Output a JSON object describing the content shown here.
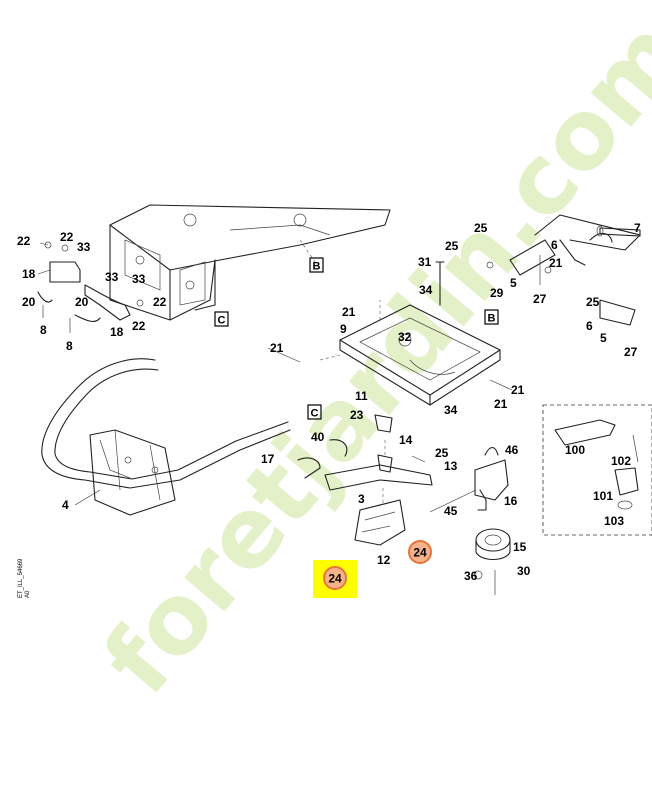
{
  "watermark": "foretjardin.com",
  "drawing_code": "ET_ILL_54669",
  "drawing_code_sub": "A0",
  "section_markers": [
    "B",
    "C",
    "B",
    "C"
  ],
  "highlight": {
    "label": "24",
    "fill": "#ffff00",
    "ring": "#e8743b"
  },
  "labels": [
    "22",
    "22",
    "33",
    "18",
    "33",
    "33",
    "20",
    "22",
    "20",
    "18",
    "22",
    "8",
    "8",
    "25",
    "29",
    "31",
    "34",
    "21",
    "9",
    "32",
    "21",
    "11",
    "23",
    "34",
    "21",
    "21",
    "40",
    "14",
    "17",
    "25",
    "13",
    "46",
    "3",
    "16",
    "12",
    "24",
    "45",
    "15",
    "36",
    "30",
    "4",
    "25",
    "6",
    "7",
    "21",
    "5",
    "27",
    "25",
    "6",
    "5",
    "27",
    "100",
    "102",
    "101",
    "103",
    "24"
  ]
}
